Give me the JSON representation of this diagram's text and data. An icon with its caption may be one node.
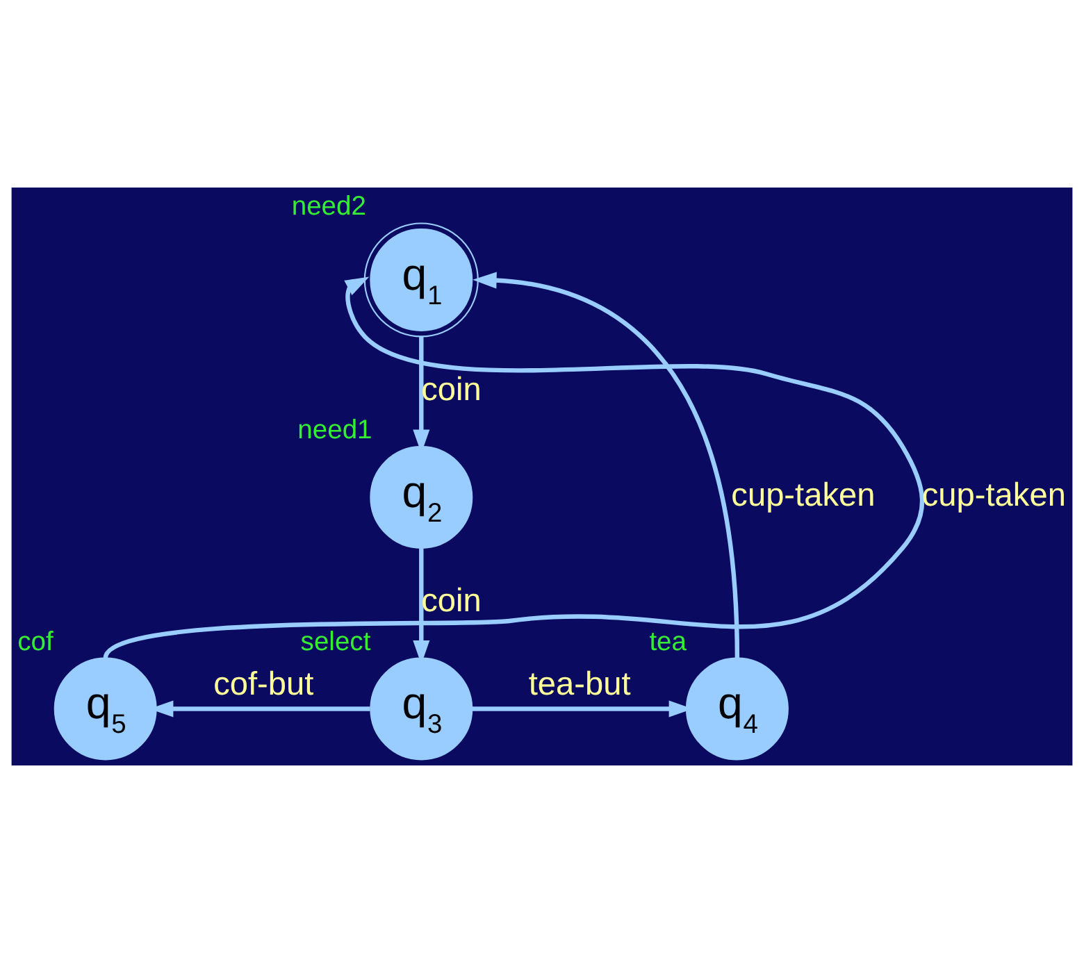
{
  "diagram": {
    "nodes": [
      {
        "text": [
          "q$_{1}$"
        ],
        "beside": [
          "need2"
        ]
      },
      {
        "text": [
          "q$_{2}$"
        ],
        "beside": [
          "need1"
        ]
      },
      {
        "text": [
          "q$_{3}$"
        ],
        "beside": [
          "select"
        ]
      },
      {
        "text": [
          "q$_{4}$"
        ],
        "beside": [
          "tea"
        ]
      },
      {
        "text": [
          "q$_{5}$"
        ],
        "beside": [
          "cof"
        ]
      }
    ],
    "edges": [
      {
        "from": 0,
        "to": 1,
        "arrow": "to",
        "label": "coin"
      },
      {
        "from": 1,
        "to": 2,
        "arrow": "to",
        "label": "coin"
      },
      {
        "from": 2,
        "to": 4,
        "arrow": "to",
        "label": "cof-but"
      },
      {
        "from": 2,
        "to": 3,
        "arrow": "to",
        "label": "tea-but"
      },
      {
        "from": 3,
        "to": 0,
        "arrow": "to",
        "label": "cup-taken"
      },
      {
        "from": 4,
        "to": 0,
        "arrow": "to",
        "label": "cup-taken"
      }
    ]
  }
}
